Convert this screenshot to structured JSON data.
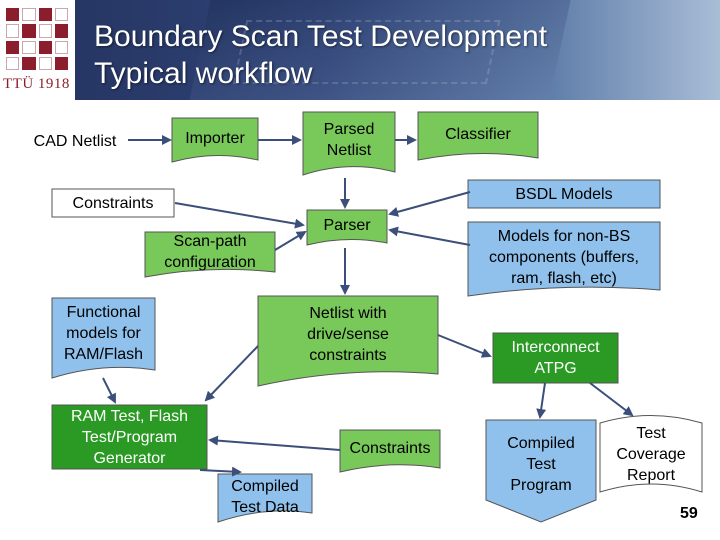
{
  "header": {
    "logo_text": "TTÜ 1918",
    "title_line1": "Boundary Scan Test Development",
    "title_line2": "Typical workflow"
  },
  "nodes": {
    "cad_netlist": "CAD Netlist",
    "importer": "Importer",
    "parsed_netlist": "Parsed\nNetlist",
    "classifier": "Classifier",
    "constraints_top": "Constraints",
    "bsdl_models": "BSDL Models",
    "parser": "Parser",
    "scan_path": "Scan-path\nconfiguration",
    "non_bs_models": "Models for non-BS\ncomponents (buffers,\nram, flash, etc)",
    "functional_models": "Functional\nmodels for\nRAM/Flash",
    "netlist_constraints": "Netlist with\ndrive/sense\nconstraints",
    "interconnect_atpg": "Interconnect\nATPG",
    "ram_test": "RAM Test, Flash\nTest/Program\nGenerator",
    "constraints_bottom": "Constraints",
    "compiled_test_program": "Compiled\nTest\nProgram",
    "test_coverage_report": "Test\nCoverage\nReport",
    "compiled_test_data": "Compiled\nTest Data"
  },
  "page_number": "59",
  "colors": {
    "green_process": "#78c85a",
    "blue_data": "#8fc1ec",
    "arrow": "#3b4f7a",
    "dark_green": "#2b9a24"
  }
}
